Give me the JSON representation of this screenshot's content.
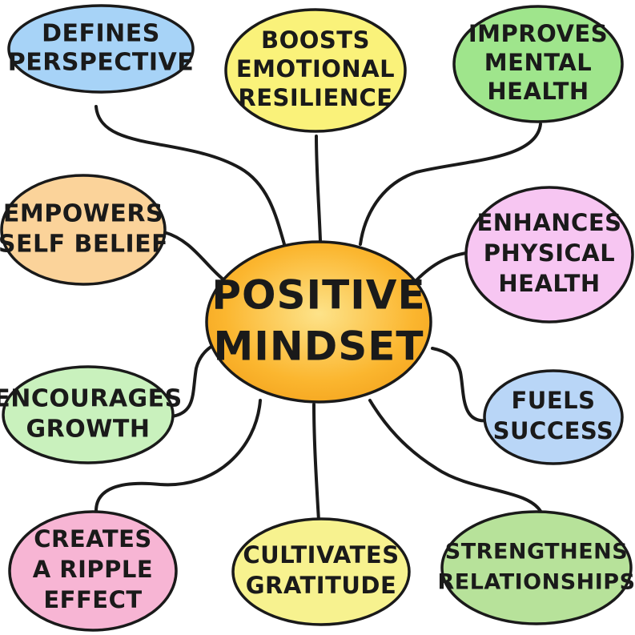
{
  "center": {
    "lines": [
      "POSITIVE",
      "MINDSET"
    ],
    "color": "#fbb62f"
  },
  "nodes": [
    {
      "id": "defines-perspective",
      "lines": [
        "DEFINES",
        "PERSPECTIVE"
      ],
      "color": "#a7d3f7"
    },
    {
      "id": "boosts-emotional-resilience",
      "lines": [
        "BOOSTS",
        "EMOTIONAL",
        "RESILIENCE"
      ],
      "color": "#faf27a"
    },
    {
      "id": "improves-mental-health",
      "lines": [
        "IMPROVES",
        "MENTAL",
        "HEALTH"
      ],
      "color": "#9fe58c"
    },
    {
      "id": "empowers-self-belief",
      "lines": [
        "EMPOWERS",
        "SELF BELIEF"
      ],
      "color": "#fbd39a"
    },
    {
      "id": "enhances-physical-health",
      "lines": [
        "ENHANCES",
        "PHYSICAL",
        "HEALTH"
      ],
      "color": "#f7c6f2"
    },
    {
      "id": "encourages-growth",
      "lines": [
        "ENCOURAGES",
        "GROWTH"
      ],
      "color": "#c9f1bd"
    },
    {
      "id": "fuels-success",
      "lines": [
        "FUELS",
        "SUCCESS"
      ],
      "color": "#b9d6f7"
    },
    {
      "id": "creates-a-ripple-effect",
      "lines": [
        "CREATES",
        "A RIPPLE",
        "EFFECT"
      ],
      "color": "#f7b5d4"
    },
    {
      "id": "cultivates-gratitude",
      "lines": [
        "CULTIVATES",
        "GRATITUDE"
      ],
      "color": "#f7f28f"
    },
    {
      "id": "strengthens-relationships",
      "lines": [
        "STRENGTHENS",
        "RELATIONSHIPS"
      ],
      "color": "#b7e29a"
    }
  ]
}
